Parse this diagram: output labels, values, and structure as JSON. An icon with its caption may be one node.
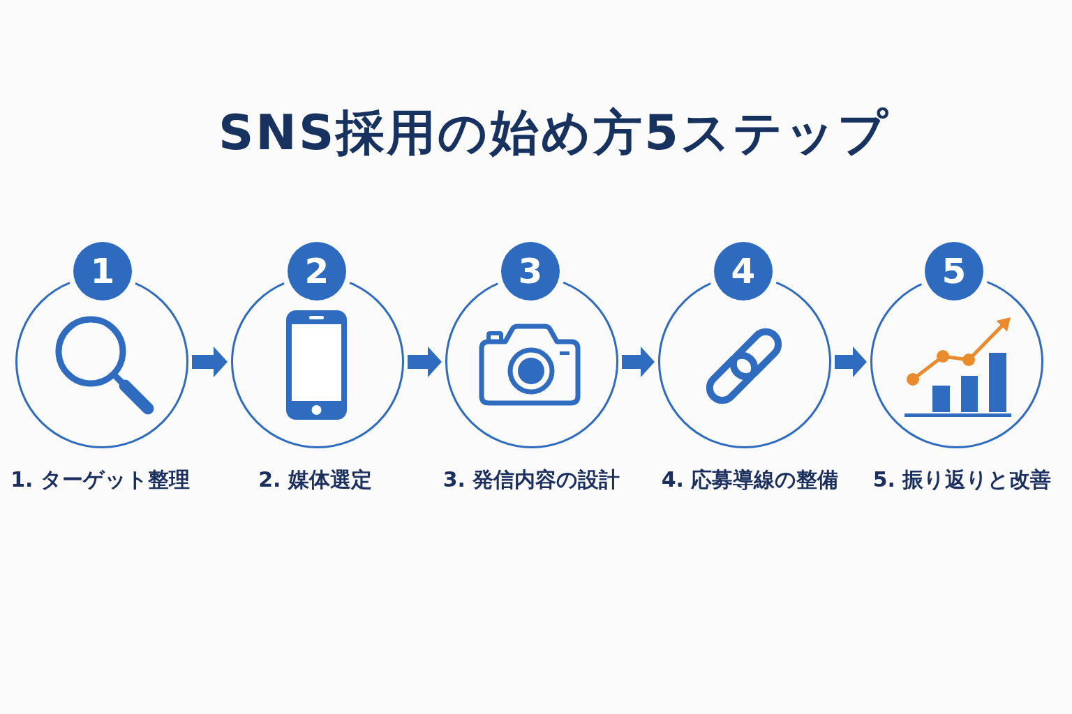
{
  "diagram": {
    "title": "SNS採用の始め方5ステップ",
    "nodes": [
      {
        "text": [
          "1"
        ]
      },
      {
        "text": [
          "1. ターゲット整理"
        ]
      },
      {
        "text": [
          "2"
        ]
      },
      {
        "text": [
          "2. 媒体選定"
        ]
      },
      {
        "text": [
          "3"
        ]
      },
      {
        "text": [
          "3. 発信内容の設計"
        ]
      },
      {
        "text": [
          "4"
        ]
      },
      {
        "text": [
          "4. 応募導線の整備"
        ]
      },
      {
        "text": [
          "5"
        ]
      },
      {
        "text": [
          "5. 振り返りと改善"
        ]
      }
    ],
    "edges": [
      {
        "from": 1,
        "to": 3,
        "arrow": "to"
      },
      {
        "from": 3,
        "to": 5,
        "arrow": "to"
      },
      {
        "from": 5,
        "to": 7,
        "arrow": "to"
      },
      {
        "from": 7,
        "to": 9,
        "arrow": "to"
      }
    ]
  }
}
